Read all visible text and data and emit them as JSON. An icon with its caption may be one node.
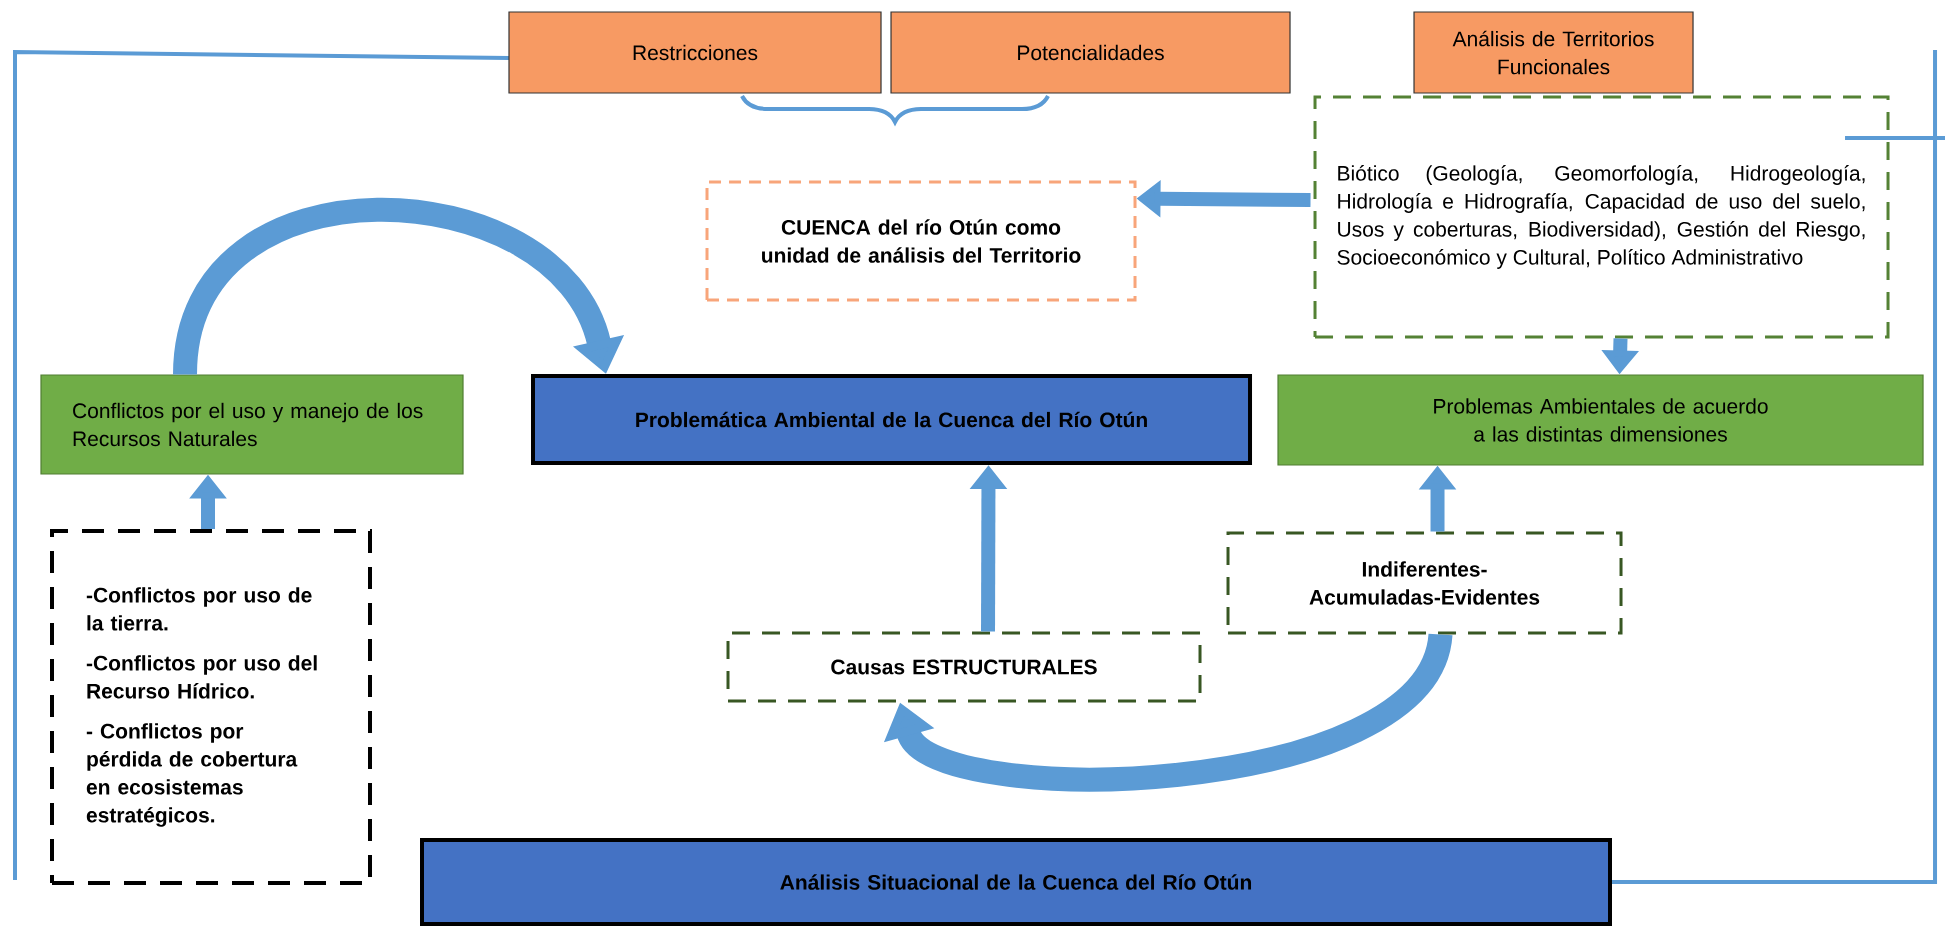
{
  "diagram": {
    "nodes": [
      {
        "text": [
          "Restricciones"
        ]
      },
      {
        "text": [
          "Potencialidades"
        ]
      },
      {
        "text": [
          "Análisis de Territorios Funcionales"
        ]
      },
      {
        "text": [
          "CUENCA del río Otún como unidad de análisis del Territorio"
        ]
      },
      {
        "text": [
          "Biótico (Geología, Geomorfología, Hidrogeología, Hidrología e Hidrografía, Capacidad de uso del suelo, Usos y coberturas, Biodiversidad), Gestión del Riesgo, Socioeconómico y Cultural, Político Administrativo"
        ]
      },
      {
        "text": [
          "Conflictos por el uso y manejo de los Recursos Naturales"
        ]
      },
      {
        "text": [
          "Problemática Ambiental de la Cuenca del Río Otún"
        ]
      },
      {
        "text": [
          "Problemas Ambientales de acuerdo a las distintas dimensiones"
        ]
      },
      {
        "text": [
          "-Conflictos por uso de la tierra.",
          "-Conflictos por uso del Recurso Hídrico.",
          "- Conflictos por pérdida de cobertura en ecosistemas estratégicos."
        ]
      },
      {
        "text": [
          "Indiferentes-Acumuladas-Evidentes"
        ]
      },
      {
        "text": [
          "Causas ESTRUCTURALES"
        ]
      },
      {
        "text": [
          "Análisis Situacional de la Cuenca del Río Otún"
        ]
      }
    ],
    "edges": [
      {
        "from": 4,
        "to": 3,
        "arrow": "to"
      },
      {
        "from": 4,
        "to": 7,
        "arrow": "to"
      },
      {
        "from": 9,
        "to": 7,
        "arrow": "to"
      },
      {
        "from": 8,
        "to": 5,
        "arrow": "to"
      },
      {
        "from": 5,
        "to": 6,
        "arrow": "to"
      },
      {
        "from": 10,
        "to": 6,
        "arrow": "to"
      },
      {
        "from": 9,
        "to": 10,
        "arrow": "to"
      }
    ]
  }
}
